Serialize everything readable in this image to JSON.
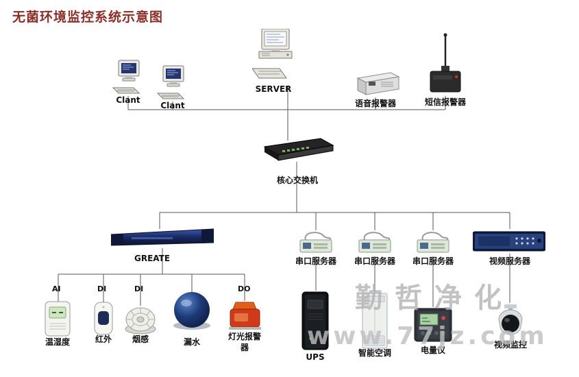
{
  "title": "无菌环境监控系统示意图",
  "top_row": {
    "client1": "Clant",
    "client2": "Clant",
    "server": "SERVER",
    "voice_alarm": "语音报警器",
    "sms_alarm": "短信报警器"
  },
  "switch": {
    "label": "核心交换机"
  },
  "mid_row": {
    "greate": "GREATE",
    "serial_server1": "串口服务器",
    "serial_server2": "串口服务器",
    "serial_server3": "串口服务器",
    "video_server": "视频服务器"
  },
  "ports": {
    "ai": "AI",
    "di1": "DI",
    "di2": "DI",
    "do": "DO"
  },
  "sensors": {
    "temp_humidity": "温湿度",
    "infrared": "红外",
    "smoke": "烟感",
    "water_leak": "漏水",
    "light_alarm": "灯光报警器"
  },
  "bottom_row": {
    "ups": "UPS",
    "smart_ac": "智能空调",
    "power_meter": "电量仪",
    "video_monitor": "视频监控"
  },
  "watermark": {
    "brand": "勤哲净化",
    "url": "www.77jz.com"
  },
  "colors": {
    "title": "#8a2f27",
    "line": "#555555",
    "watermark": "#bfbfbf"
  },
  "edges": [
    [
      "client1",
      "core_switch"
    ],
    [
      "client2",
      "core_switch"
    ],
    [
      "server",
      "core_switch"
    ],
    [
      "voice_alarm",
      "core_switch"
    ],
    [
      "sms_alarm",
      "core_switch"
    ],
    [
      "core_switch",
      "greate"
    ],
    [
      "core_switch",
      "serial_server1"
    ],
    [
      "core_switch",
      "serial_server2"
    ],
    [
      "core_switch",
      "serial_server3"
    ],
    [
      "core_switch",
      "video_server"
    ],
    [
      "greate",
      "temp_humidity"
    ],
    [
      "greate",
      "infrared"
    ],
    [
      "greate",
      "smoke"
    ],
    [
      "greate",
      "water_leak"
    ],
    [
      "greate",
      "light_alarm"
    ],
    [
      "serial_server1",
      "ups"
    ],
    [
      "serial_server2",
      "smart_ac"
    ],
    [
      "serial_server3",
      "power_meter"
    ],
    [
      "video_server",
      "video_monitor"
    ]
  ]
}
